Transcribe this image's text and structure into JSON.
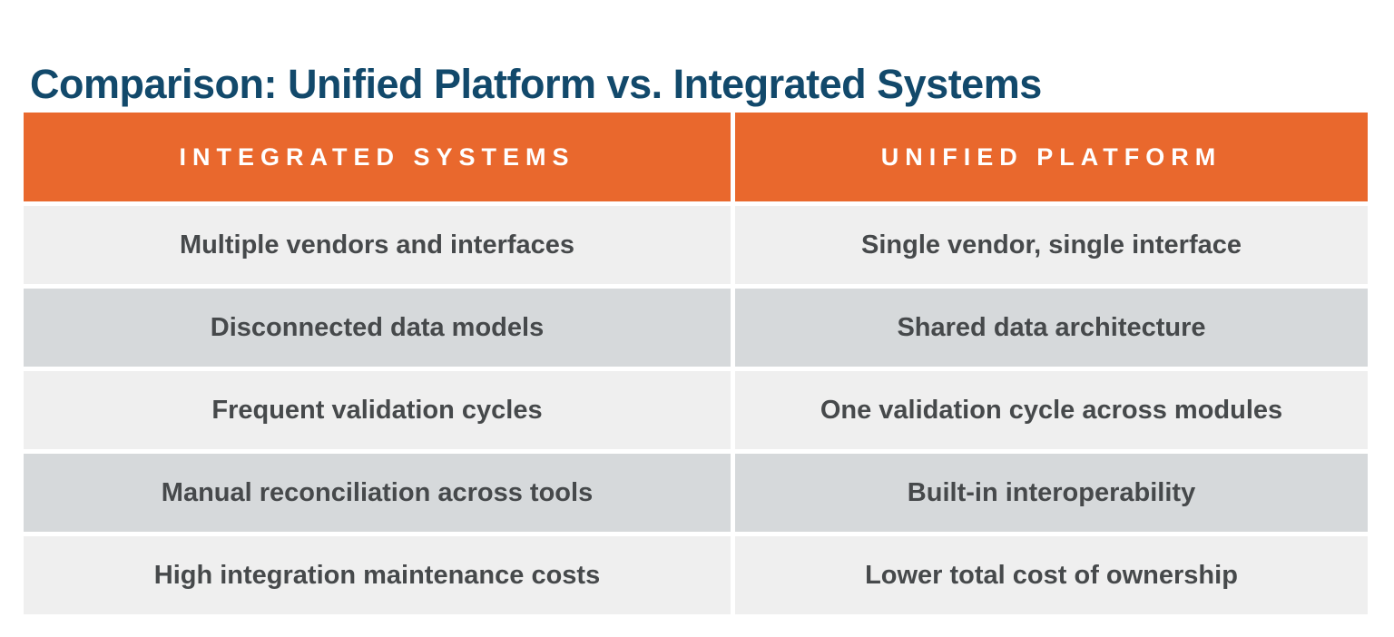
{
  "title": "Comparison: Unified Platform vs. Integrated Systems",
  "colors": {
    "title_navy": "#12496b",
    "header_orange": "#e9682d",
    "header_text": "#ffffff",
    "row_light": "#efefef",
    "row_dark": "#d6d9db",
    "row_text": "#46494b",
    "background": "#ffffff"
  },
  "table": {
    "columns": [
      {
        "header": "INTEGRATED SYSTEMS",
        "rows": [
          "Multiple vendors and interfaces",
          "Disconnected data models",
          "Frequent validation cycles",
          "Manual reconciliation across tools",
          "High integration maintenance costs"
        ]
      },
      {
        "header": "UNIFIED PLATFORM",
        "rows": [
          "Single vendor, single interface",
          "Shared data architecture",
          "One validation cycle across modules",
          "Built-in interoperability",
          "Lower total cost of ownership"
        ]
      }
    ]
  }
}
